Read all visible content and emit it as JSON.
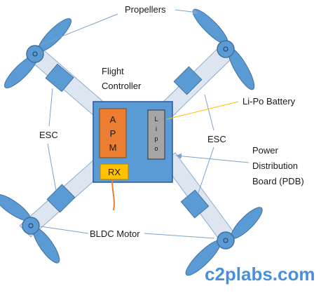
{
  "labels": {
    "propellers": "Propellers",
    "flight_controller_line1": "Flight",
    "flight_controller_line2": "Controller",
    "lipo_battery": "Li-Po Battery",
    "esc_left": "ESC",
    "esc_right": "ESC",
    "pdb_line1": "Power",
    "pdb_line2": "Distribution",
    "pdb_line3": "Board (PDB)",
    "bldc_motor": "BLDC Motor"
  },
  "board": {
    "apm_letters": [
      "A",
      "P",
      "M"
    ],
    "lipo_letters": [
      "L",
      "i",
      "p",
      "o"
    ],
    "rx_label": "RX"
  },
  "watermark": "c2plabs.com",
  "colors": {
    "component_fill": "#5b9bd5",
    "component_stroke": "#41719c",
    "arm_fill": "#dde6f0",
    "apm_fill": "#ed7d31",
    "rx_fill": "#ffc000",
    "battery_fill": "#a5a5a5",
    "leader_line": "#7aa3cf",
    "battery_leader": "#ffc000",
    "antenna_wire": "#ed7d31",
    "watermark": "#4a90d9"
  }
}
